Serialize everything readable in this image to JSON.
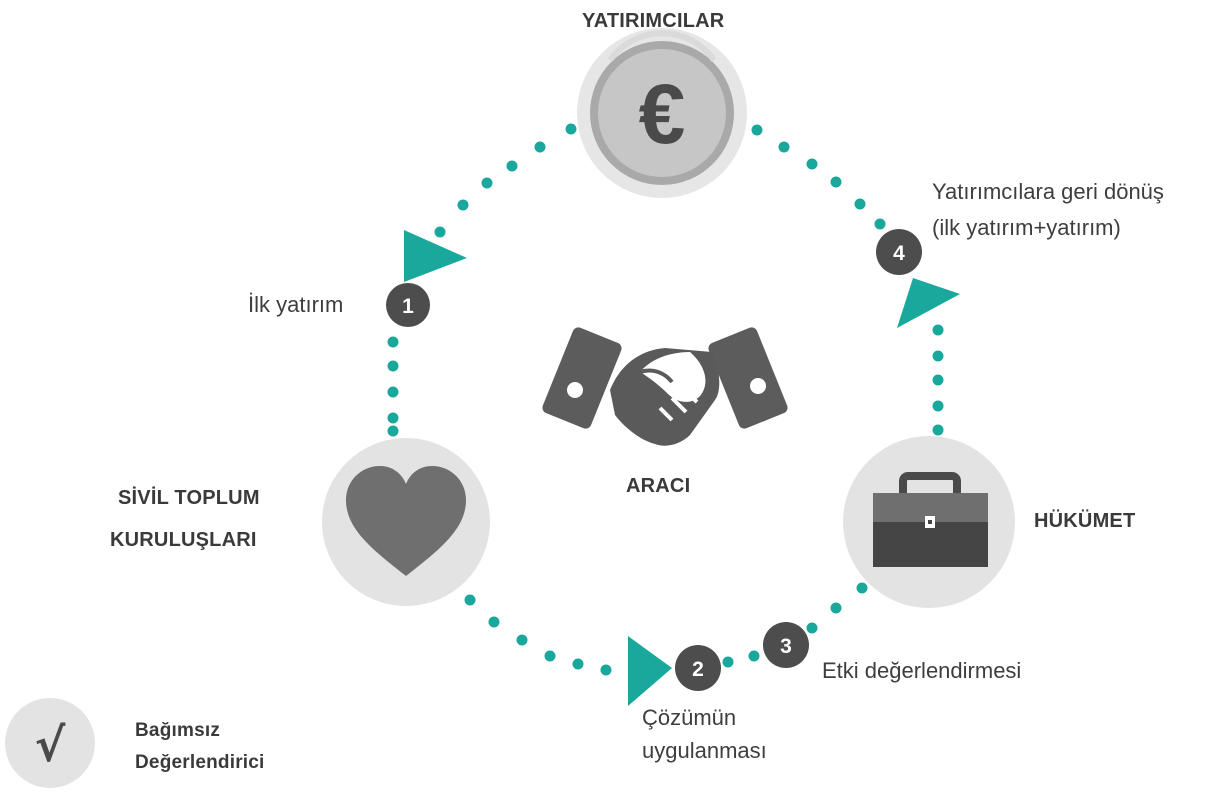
{
  "nodes": {
    "investors": {
      "label": "YATIRIMCILAR",
      "icon": "euro-coin-icon",
      "symbol": "€"
    },
    "ngos": {
      "label_line1": "SİVİL TOPLUM",
      "label_line2": "KURULUŞLARI",
      "icon": "heart-icon"
    },
    "government": {
      "label": "HÜKÜMET",
      "icon": "briefcase-icon"
    },
    "intermediary": {
      "label": "ARACI",
      "icon": "handshake-icon"
    }
  },
  "steps": [
    {
      "number": "1",
      "label": "İlk yatırım"
    },
    {
      "number": "2",
      "label_line1": "Çözümün",
      "label_line2": "uygulanması"
    },
    {
      "number": "3",
      "label": "Etki değerlendirmesi"
    },
    {
      "number": "4",
      "label_line1": "Yatırımcılara geri dönüş",
      "label_line2": "(ilk yatırım+yatırım)"
    }
  ],
  "evaluator": {
    "symbol": "√",
    "label_line1": "Bağımsız",
    "label_line2": "Değerlendirici",
    "icon": "checkmark-icon"
  },
  "colors": {
    "teal": "#1aa89c",
    "dark_gray": "#4d4d4d",
    "light_gray": "#e3e3e3",
    "mid_gray": "#6f6f6f"
  }
}
